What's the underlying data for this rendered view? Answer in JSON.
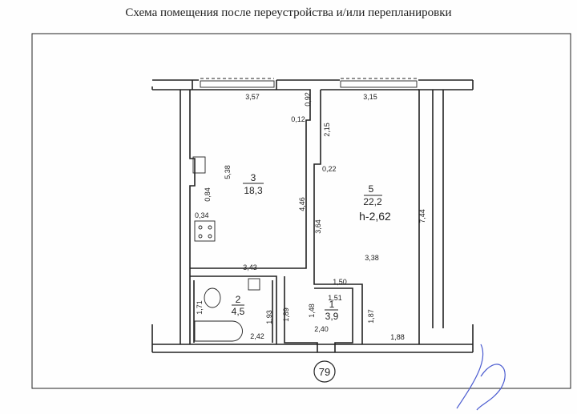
{
  "title": "Схема помещения после переустройства и/или перепланировки",
  "apartment_number": "79",
  "rooms": [
    {
      "number": "1",
      "area": "3,9"
    },
    {
      "number": "2",
      "area": "4,5"
    },
    {
      "number": "3",
      "area": "18,3"
    },
    {
      "number": "5",
      "area": "22,2",
      "height": "h-2,62"
    }
  ],
  "dimensions": {
    "d357": "3,57",
    "d092": "0,92",
    "d012": "0,12",
    "d315": "3,15",
    "d215": "2,15",
    "d022": "0,22",
    "d538": "5,38",
    "d084": "0,84",
    "d034": "0,34",
    "d446": "4,46",
    "d364": "3,64",
    "d744": "7,44",
    "d338": "3,38",
    "d343": "3,43",
    "d150": "1,50",
    "d151": "1,51",
    "d171": "1,71",
    "d193": "1,93",
    "d189": "1,89",
    "d148": "1,48",
    "d240": "2,40",
    "d187": "1,87",
    "d242": "2,42",
    "d188": "1,88"
  },
  "colors": {
    "lines": "#222222",
    "signature": "#4a5bd0"
  }
}
